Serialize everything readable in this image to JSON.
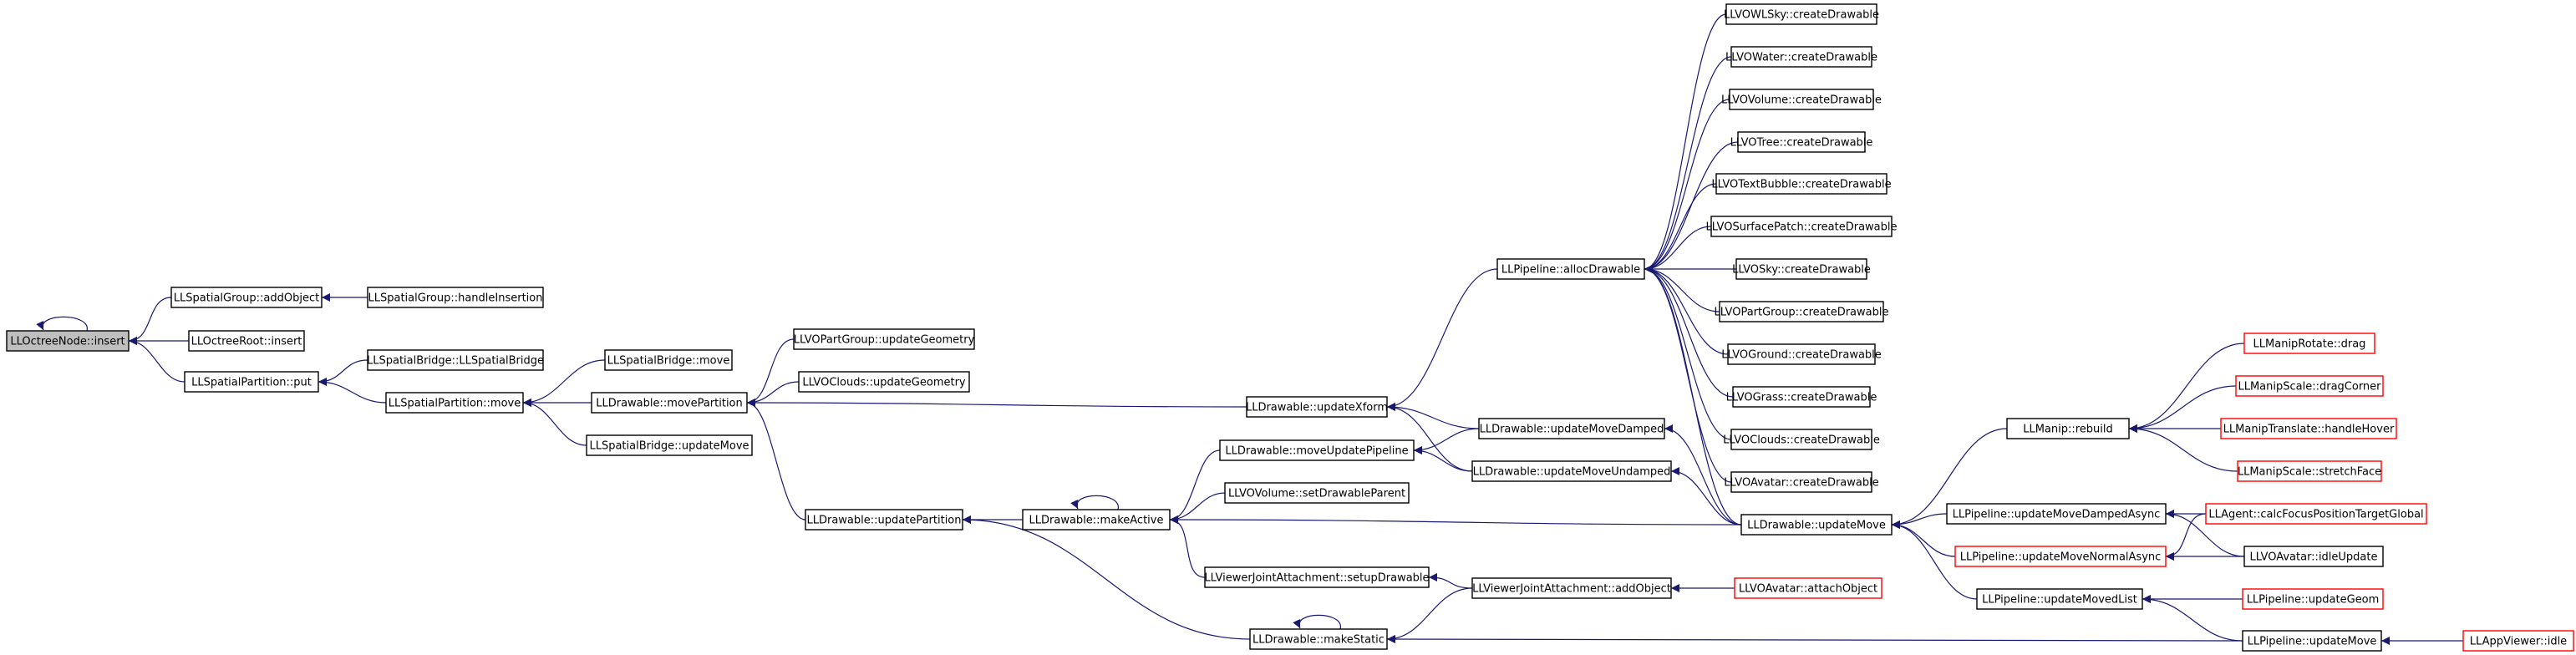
{
  "colors": {
    "edge": "#191970",
    "truncated_border": "#ff0000",
    "root_fill": "#bfbfbf",
    "box_border": "#000000"
  },
  "nodes": [
    {
      "id": "n0",
      "label": "LLOctreeNode::insert",
      "style": "root"
    },
    {
      "id": "n1",
      "label": "LLSpatialGroup::addObject",
      "style": "normal"
    },
    {
      "id": "n2",
      "label": "LLOctreeRoot::insert",
      "style": "normal"
    },
    {
      "id": "n3",
      "label": "LLSpatialPartition::put",
      "style": "normal"
    },
    {
      "id": "n4",
      "label": "LLSpatialGroup::handleInsertion",
      "style": "normal"
    },
    {
      "id": "n5",
      "label": "LLSpatialBridge::LLSpatialBridge",
      "style": "normal"
    },
    {
      "id": "n6",
      "label": "LLSpatialPartition::move",
      "style": "normal"
    },
    {
      "id": "n7",
      "label": "LLSpatialBridge::move",
      "style": "normal"
    },
    {
      "id": "n8",
      "label": "LLDrawable::movePartition",
      "style": "normal"
    },
    {
      "id": "n9",
      "label": "LLSpatialBridge::updateMove",
      "style": "normal"
    },
    {
      "id": "n10",
      "label": "LLVOPartGroup::updateGeometry",
      "style": "normal"
    },
    {
      "id": "n11",
      "label": "LLVOClouds::updateGeometry",
      "style": "normal"
    },
    {
      "id": "n12",
      "label": "LLDrawable::updatePartition",
      "style": "normal"
    },
    {
      "id": "n13",
      "label": "LLDrawable::makeActive",
      "style": "normal"
    },
    {
      "id": "n14",
      "label": "LLDrawable::makeStatic",
      "style": "normal"
    },
    {
      "id": "n15",
      "label": "LLDrawable::updateXform",
      "style": "normal"
    },
    {
      "id": "n16",
      "label": "LLDrawable::moveUpdatePipeline",
      "style": "normal"
    },
    {
      "id": "n17",
      "label": "LLVOVolume::setDrawableParent",
      "style": "normal"
    },
    {
      "id": "n18",
      "label": "LLViewerJointAttachment::setupDrawable",
      "style": "normal"
    },
    {
      "id": "n19",
      "label": "LLPipeline::allocDrawable",
      "style": "normal"
    },
    {
      "id": "n20",
      "label": "LLDrawable::updateMoveDamped",
      "style": "normal"
    },
    {
      "id": "n21",
      "label": "LLDrawable::updateMoveUndamped",
      "style": "normal"
    },
    {
      "id": "n22",
      "label": "LLViewerJointAttachment::addObject",
      "style": "normal"
    },
    {
      "id": "n23",
      "label": "LLVOAvatar::attachObject",
      "style": "red"
    },
    {
      "id": "n24",
      "label": "LLVOWLSky::createDrawable",
      "style": "normal"
    },
    {
      "id": "n25",
      "label": "LLVOWater::createDrawable",
      "style": "normal"
    },
    {
      "id": "n26",
      "label": "LLVOVolume::createDrawable",
      "style": "normal"
    },
    {
      "id": "n27",
      "label": "LLVOTree::createDrawable",
      "style": "normal"
    },
    {
      "id": "n28",
      "label": "LLVOTextBubble::createDrawable",
      "style": "normal"
    },
    {
      "id": "n29",
      "label": "LLVOSurfacePatch::createDrawable",
      "style": "normal"
    },
    {
      "id": "n30",
      "label": "LLVOSky::createDrawable",
      "style": "normal"
    },
    {
      "id": "n31",
      "label": "LLVOPartGroup::createDrawable",
      "style": "normal"
    },
    {
      "id": "n32",
      "label": "LLVOGround::createDrawable",
      "style": "normal"
    },
    {
      "id": "n33",
      "label": "LLVOGrass::createDrawable",
      "style": "normal"
    },
    {
      "id": "n34",
      "label": "LLVOClouds::createDrawable",
      "style": "normal"
    },
    {
      "id": "n35",
      "label": "LLVOAvatar::createDrawable",
      "style": "normal"
    },
    {
      "id": "n36",
      "label": "LLDrawable::updateMove",
      "style": "normal"
    },
    {
      "id": "n37",
      "label": "LLManip::rebuild",
      "style": "normal"
    },
    {
      "id": "n38",
      "label": "LLPipeline::updateMoveDampedAsync",
      "style": "normal"
    },
    {
      "id": "n39",
      "label": "LLPipeline::updateMoveNormalAsync",
      "style": "red"
    },
    {
      "id": "n40",
      "label": "LLPipeline::updateMovedList",
      "style": "normal"
    },
    {
      "id": "n41",
      "label": "LLManipRotate::drag",
      "style": "red"
    },
    {
      "id": "n42",
      "label": "LLManipScale::dragCorner",
      "style": "red"
    },
    {
      "id": "n43",
      "label": "LLManipTranslate::handleHover",
      "style": "red"
    },
    {
      "id": "n44",
      "label": "LLManipScale::stretchFace",
      "style": "red"
    },
    {
      "id": "n45",
      "label": "LLAgent::calcFocusPositionTargetGlobal",
      "style": "red"
    },
    {
      "id": "n46",
      "label": "LLVOAvatar::idleUpdate",
      "style": "normal"
    },
    {
      "id": "n47",
      "label": "LLPipeline::updateGeom",
      "style": "red"
    },
    {
      "id": "n48",
      "label": "LLPipeline::updateMove",
      "style": "normal"
    },
    {
      "id": "n49",
      "label": "LLAppViewer::idle",
      "style": "red"
    }
  ],
  "edges": [
    {
      "from": "n0",
      "to": "n0"
    },
    {
      "from": "n1",
      "to": "n0"
    },
    {
      "from": "n2",
      "to": "n0"
    },
    {
      "from": "n3",
      "to": "n0"
    },
    {
      "from": "n4",
      "to": "n1"
    },
    {
      "from": "n5",
      "to": "n3"
    },
    {
      "from": "n6",
      "to": "n3"
    },
    {
      "from": "n7",
      "to": "n6"
    },
    {
      "from": "n8",
      "to": "n6"
    },
    {
      "from": "n9",
      "to": "n6"
    },
    {
      "from": "n10",
      "to": "n8"
    },
    {
      "from": "n11",
      "to": "n8"
    },
    {
      "from": "n12",
      "to": "n8"
    },
    {
      "from": "n15",
      "to": "n8"
    },
    {
      "from": "n13",
      "to": "n12"
    },
    {
      "from": "n14",
      "to": "n12"
    },
    {
      "from": "n13",
      "to": "n13"
    },
    {
      "from": "n16",
      "to": "n13"
    },
    {
      "from": "n17",
      "to": "n13"
    },
    {
      "from": "n18",
      "to": "n13"
    },
    {
      "from": "n36",
      "to": "n13"
    },
    {
      "from": "n14",
      "to": "n14"
    },
    {
      "from": "n22",
      "to": "n14"
    },
    {
      "from": "n48",
      "to": "n14"
    },
    {
      "from": "n19",
      "to": "n15"
    },
    {
      "from": "n20",
      "to": "n15"
    },
    {
      "from": "n21",
      "to": "n15"
    },
    {
      "from": "n20",
      "to": "n16"
    },
    {
      "from": "n21",
      "to": "n16"
    },
    {
      "from": "n22",
      "to": "n18"
    },
    {
      "from": "n23",
      "to": "n22"
    },
    {
      "from": "n24",
      "to": "n19"
    },
    {
      "from": "n25",
      "to": "n19"
    },
    {
      "from": "n26",
      "to": "n19"
    },
    {
      "from": "n27",
      "to": "n19"
    },
    {
      "from": "n28",
      "to": "n19"
    },
    {
      "from": "n29",
      "to": "n19"
    },
    {
      "from": "n30",
      "to": "n19"
    },
    {
      "from": "n31",
      "to": "n19"
    },
    {
      "from": "n32",
      "to": "n19"
    },
    {
      "from": "n33",
      "to": "n19"
    },
    {
      "from": "n34",
      "to": "n19"
    },
    {
      "from": "n35",
      "to": "n19"
    },
    {
      "from": "n36",
      "to": "n19"
    },
    {
      "from": "n36",
      "to": "n20"
    },
    {
      "from": "n36",
      "to": "n21"
    },
    {
      "from": "n37",
      "to": "n36"
    },
    {
      "from": "n38",
      "to": "n36"
    },
    {
      "from": "n39",
      "to": "n36"
    },
    {
      "from": "n40",
      "to": "n36"
    },
    {
      "from": "n41",
      "to": "n37"
    },
    {
      "from": "n42",
      "to": "n37"
    },
    {
      "from": "n43",
      "to": "n37"
    },
    {
      "from": "n44",
      "to": "n37"
    },
    {
      "from": "n45",
      "to": "n38"
    },
    {
      "from": "n46",
      "to": "n38"
    },
    {
      "from": "n45",
      "to": "n39"
    },
    {
      "from": "n46",
      "to": "n39"
    },
    {
      "from": "n47",
      "to": "n40"
    },
    {
      "from": "n48",
      "to": "n40"
    },
    {
      "from": "n49",
      "to": "n48"
    }
  ]
}
